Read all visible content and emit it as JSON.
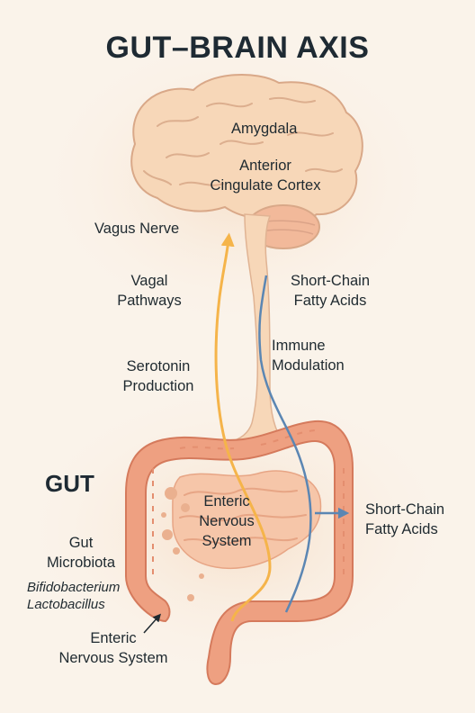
{
  "title": "GUT–BRAIN AXIS",
  "brain_labels": {
    "amygdala": "Amygdala",
    "acc_line1": "Anterior",
    "acc_line2": "Cingulate Cortex"
  },
  "pathway_labels": {
    "vagus_nerve": "Vagus Nerve",
    "vagal_line1": "Vagal",
    "vagal_line2": "Pathways",
    "scfa_top_line1": "Short-Chain",
    "scfa_top_line2": "Fatty Acids",
    "immune_line1": "Immune",
    "immune_line2": "Modulation",
    "serotonin_line1": "Serotonin",
    "serotonin_line2": "Production"
  },
  "gut_labels": {
    "gut_title": "GUT",
    "ens_line1": "Enteric",
    "ens_line2": "Nervous",
    "ens_line3": "System",
    "scfa_right_line1": "Short-Chain",
    "scfa_right_line2": "Fatty Acids",
    "microbiota_line1": "Gut",
    "microbiota_line2": "Microbiota",
    "bacteria_1": "Bifidobacterium",
    "bacteria_2": "Lactobacillus",
    "ens_bottom_line1": "Enteric",
    "ens_bottom_line2": "Nervous System"
  },
  "colors": {
    "background": "#faf3ea",
    "brain_fill": "#f7d7b8",
    "brain_outline": "#d9a888",
    "colon_fill": "#eea081",
    "colon_outline": "#d57a5c",
    "small_intestine": "#f6c6a9",
    "afferent_arrow": "#f5b44a",
    "efferent_arrow": "#5b86b3"
  }
}
